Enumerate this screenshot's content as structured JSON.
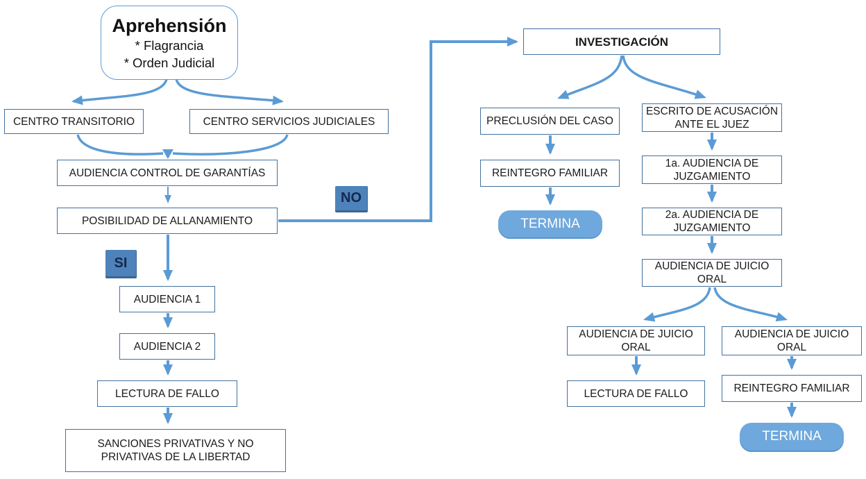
{
  "diagram": {
    "apprehension": {
      "title": "Aprehensión",
      "items": [
        "* Flagrancia",
        "* Orden Judicial"
      ]
    },
    "left_flow": {
      "centro_transitorio": "CENTRO TRANSITORIO",
      "centro_servicios": "CENTRO SERVICIOS JUDICIALES",
      "audiencia_control": "AUDIENCIA CONTROL DE GARANTÍAS",
      "posibilidad": "POSIBILIDAD DE ALLANAMIENTO",
      "no_label": "NO",
      "si_label": "SI",
      "audiencia1": "AUDIENCIA 1",
      "audiencia2": "AUDIENCIA 2",
      "lectura_fallo": "LECTURA DE FALLO",
      "sanciones": "SANCIONES PRIVATIVAS Y NO PRIVATIVAS DE LA LIBERTAD"
    },
    "right_flow": {
      "investigacion": "INVESTIGACIÓN",
      "preclusion": "PRECLUSIÓN DEL CASO",
      "reintegro_familiar_1": "REINTEGRO FAMILIAR",
      "termina_1": "TERMINA",
      "escrito_acusacion": "ESCRITO DE ACUSACIÓN ANTE EL JUEZ",
      "audiencia_juzgamiento_1": "1a. AUDIENCIA DE JUZGAMIENTO",
      "audiencia_juzgamiento_2": "2a. AUDIENCIA DE JUZGAMIENTO",
      "audiencia_juicio_oral": "AUDIENCIA DE JUICIO ORAL",
      "audiencia_juicio_oral_izq": "AUDIENCIA DE JUICIO ORAL",
      "audiencia_juicio_oral_der": "AUDIENCIA DE JUICIO ORAL",
      "lectura_fallo": "LECTURA DE FALLO",
      "reintegro_familiar_2": "REINTEGRO FAMILIAR",
      "termina_2": "TERMINA"
    },
    "edges": [
      {
        "from": "Aprehensión",
        "to": "CENTRO TRANSITORIO"
      },
      {
        "from": "Aprehensión",
        "to": "CENTRO SERVICIOS JUDICIALES"
      },
      {
        "from": "CENTRO TRANSITORIO",
        "to": "AUDIENCIA CONTROL DE GARANTÍAS"
      },
      {
        "from": "CENTRO SERVICIOS JUDICIALES",
        "to": "AUDIENCIA CONTROL DE GARANTÍAS"
      },
      {
        "from": "AUDIENCIA CONTROL DE GARANTÍAS",
        "to": "POSIBILIDAD DE ALLANAMIENTO"
      },
      {
        "from": "POSIBILIDAD DE ALLANAMIENTO",
        "to": "INVESTIGACIÓN",
        "label": "NO"
      },
      {
        "from": "POSIBILIDAD DE ALLANAMIENTO",
        "to": "AUDIENCIA 1",
        "label": "SI"
      },
      {
        "from": "AUDIENCIA 1",
        "to": "AUDIENCIA 2"
      },
      {
        "from": "AUDIENCIA 2",
        "to": "LECTURA DE FALLO"
      },
      {
        "from": "LECTURA DE FALLO",
        "to": "SANCIONES PRIVATIVAS Y NO PRIVATIVAS DE LA LIBERTAD"
      },
      {
        "from": "INVESTIGACIÓN",
        "to": "PRECLUSIÓN DEL CASO"
      },
      {
        "from": "INVESTIGACIÓN",
        "to": "ESCRITO DE ACUSACIÓN ANTE EL JUEZ"
      },
      {
        "from": "PRECLUSIÓN DEL CASO",
        "to": "REINTEGRO FAMILIAR"
      },
      {
        "from": "REINTEGRO FAMILIAR",
        "to": "TERMINA"
      },
      {
        "from": "ESCRITO DE ACUSACIÓN ANTE EL JUEZ",
        "to": "1a. AUDIENCIA DE JUZGAMIENTO"
      },
      {
        "from": "1a. AUDIENCIA DE JUZGAMIENTO",
        "to": "2a. AUDIENCIA DE JUZGAMIENTO"
      },
      {
        "from": "2a. AUDIENCIA DE JUZGAMIENTO",
        "to": "AUDIENCIA DE JUICIO ORAL"
      },
      {
        "from": "AUDIENCIA DE JUICIO ORAL",
        "to": "AUDIENCIA DE JUICIO ORAL (izq)"
      },
      {
        "from": "AUDIENCIA DE JUICIO ORAL",
        "to": "AUDIENCIA DE JUICIO ORAL (der)"
      },
      {
        "from": "AUDIENCIA DE JUICIO ORAL (izq)",
        "to": "LECTURA DE FALLO"
      },
      {
        "from": "AUDIENCIA DE JUICIO ORAL (der)",
        "to": "REINTEGRO FAMILIAR"
      },
      {
        "from": "REINTEGRO FAMILIAR",
        "to": "TERMINA"
      }
    ],
    "colors": {
      "arrow": "#5b9bd5",
      "box_border": "#41719c",
      "rounded_border": "#5b9bd5",
      "badge_fill": "#4e82ba",
      "badge_text": "#15294b",
      "pill_fill": "#6fa8dc",
      "pill_text": "#ffffff"
    }
  }
}
